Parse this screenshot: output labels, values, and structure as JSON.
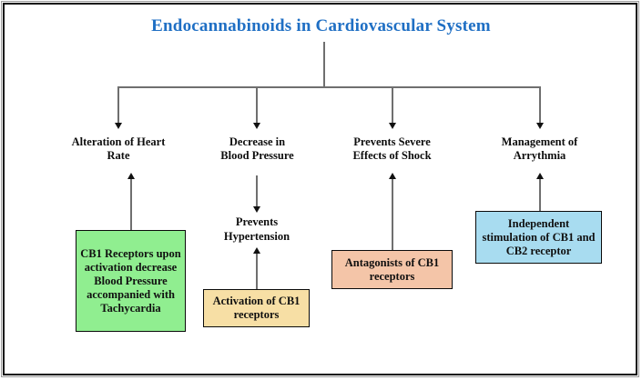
{
  "diagram": {
    "title": "Endocannabinoids in Cardiovascular System",
    "title_color": "#1f6fc4",
    "border_color": "#0a0a0a",
    "connector_color": "#6f6f6f",
    "background": "#ffffff",
    "branches": [
      {
        "id": "heart-rate",
        "label": "Alteration of Heart\nRate",
        "label_line1": "Alteration of Heart",
        "label_line2": "Rate",
        "arrow_from_box": "up"
      },
      {
        "id": "blood-pressure",
        "label": "Decrease  in\nBlood Pressure",
        "label_line1": "Decrease  in",
        "label_line2": "Blood Pressure",
        "arrow_from_box": "down"
      },
      {
        "id": "shock",
        "label": "Prevents Severe\nEffects of Shock",
        "label_line1": "Prevents Severe",
        "label_line2": "Effects of Shock",
        "arrow_from_box": "up"
      },
      {
        "id": "arrythmia",
        "label": "Management of\nArrythmia",
        "label_line1": "Management of",
        "label_line2": "Arrythmia",
        "arrow_from_box": "up"
      }
    ],
    "intermediate": {
      "prevents_hypertension_line1": "Prevents",
      "prevents_hypertension_line2": "Hypertension"
    },
    "boxes": [
      {
        "id": "green-box",
        "text": "CB1 Receptors upon activation decrease Blood Pressure accompanied with Tachycardia",
        "color": "#90ee90"
      },
      {
        "id": "yellow-box",
        "text": "Activation of CB1 receptors",
        "color": "#f7dfa5"
      },
      {
        "id": "salmon-box",
        "text": "Antagonists of CB1 receptors",
        "color": "#f4c5a8"
      },
      {
        "id": "blue-box",
        "text": "Independent stimulation of CB1 and CB2 receptor",
        "color": "#a8dcf0"
      }
    ]
  }
}
